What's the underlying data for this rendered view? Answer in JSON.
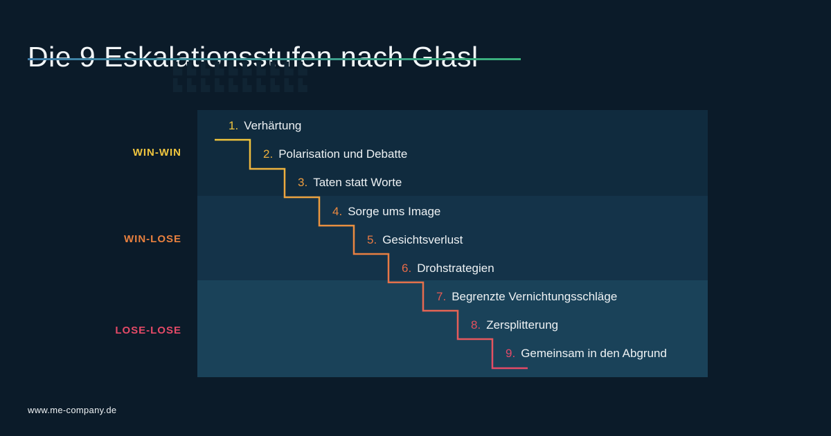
{
  "header": {
    "title": "Die 9 Eskalationsstufen nach Glasl"
  },
  "watermark": {
    "row": "▙▙▙▙▙▙▙▙▙▙"
  },
  "phases": [
    {
      "label": "WIN-WIN",
      "color": "#efc53e",
      "band_color": "#102b3e"
    },
    {
      "label": "WIN-LOSE",
      "color": "#e8803f",
      "band_color": "#143349"
    },
    {
      "label": "LOSE-LOSE",
      "color": "#e54a67",
      "band_color": "#1a4259"
    }
  ],
  "stages": [
    {
      "number": "1.",
      "label": "Verhärtung",
      "color": "#f0c53d"
    },
    {
      "number": "2.",
      "label": "Polarisation und Debatte",
      "color": "#eeb03c"
    },
    {
      "number": "3.",
      "label": "Taten statt Worte",
      "color": "#ec9c3e"
    },
    {
      "number": "4.",
      "label": "Sorge ums Image",
      "color": "#ea8840"
    },
    {
      "number": "5.",
      "label": "Gesichtsverlust",
      "color": "#e87a43"
    },
    {
      "number": "6.",
      "label": "Drohstrategien",
      "color": "#e76a48"
    },
    {
      "number": "7.",
      "label": "Begrenzte Vernichtungsschläge",
      "color": "#e65b53"
    },
    {
      "number": "8.",
      "label": "Zersplitterung",
      "color": "#e5505e"
    },
    {
      "number": "9.",
      "label": "Gemeinsam in den Abgrund",
      "color": "#e44a68"
    }
  ],
  "footer": {
    "url": "www.me-company.de"
  },
  "colors": {
    "background": "#0b1b29",
    "title_text": "#f2f6f8",
    "underline_start": "#3e7ca8",
    "underline_end": "#3bb27b",
    "stage_text": "#eef2f4",
    "line_top": "#f0c53d",
    "line_mid": "#e87f41",
    "line_bottom": "#e54a67",
    "watermark": "#102433"
  },
  "chart_data": {
    "type": "staircase-diagram",
    "title": "Die 9 Eskalationsstufen nach Glasl",
    "direction": "descending",
    "groups": [
      {
        "phase": "WIN-WIN",
        "phase_color": "#efc53e",
        "stages": [
          "Verhärtung",
          "Polarisation und Debatte",
          "Taten statt Worte"
        ]
      },
      {
        "phase": "WIN-LOSE",
        "phase_color": "#e8803f",
        "stages": [
          "Sorge ums Image",
          "Gesichtsverlust",
          "Drohstrategien"
        ]
      },
      {
        "phase": "LOSE-LOSE",
        "phase_color": "#e54a67",
        "stages": [
          "Begrenzte Vernichtungsschläge",
          "Zersplitterung",
          "Gemeinsam in den Abgrund"
        ]
      }
    ],
    "source": "www.me-company.de"
  }
}
